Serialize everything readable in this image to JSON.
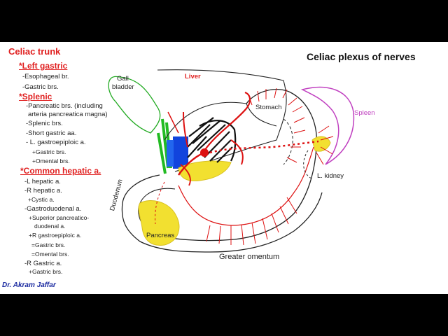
{
  "title": "Celiac plexus of nerves",
  "author": "Dr. Akram Jaffar",
  "outline": {
    "heading": "Celiac trunk",
    "left_gastric": {
      "heading": "*Left gastric",
      "items": [
        "-Esophageal br.",
        "-Gastric brs."
      ]
    },
    "splenic": {
      "heading": "*Splenic",
      "items": [
        "-Pancreatic brs. (including",
        "arteria pancreatica magna)",
        "-Splenic brs.",
        "-Short gastric aa.",
        "- L. gastroepiploic a.",
        "+Gastric brs.",
        "+Omental brs."
      ]
    },
    "common_hepatic": {
      "heading": "*Common hepatic a.",
      "items": [
        "-L hepatic a.",
        "-R hepatic a.",
        "+Cystic a.",
        "-Gastroduodenal a.",
        "+Superior pancreatico-",
        "duodenal a.",
        "+R gastroepiploic a.",
        "=Gastric brs.",
        "=Omental brs.",
        "-R Gastric a.",
        "+Gastric brs."
      ]
    }
  },
  "labels": {
    "gall_bladder_1": "Gall",
    "gall_bladder_2": "bladder",
    "liver": "Liver",
    "stomach": "Stomach",
    "spleen": "Spleen",
    "kidney": "L. kidney",
    "duodenum": "Duodenum",
    "pancreas": "Pancreas",
    "omentum": "Greater omentum"
  },
  "colors": {
    "heading_red": "#e02020",
    "artery_red": "#dd1111",
    "spleen_purple": "#c040c0",
    "gall_green": "#22aa22",
    "pancreas_yellow": "#f2e030",
    "portal_blue": "#1144dd",
    "author_blue": "#1a2aa0"
  }
}
